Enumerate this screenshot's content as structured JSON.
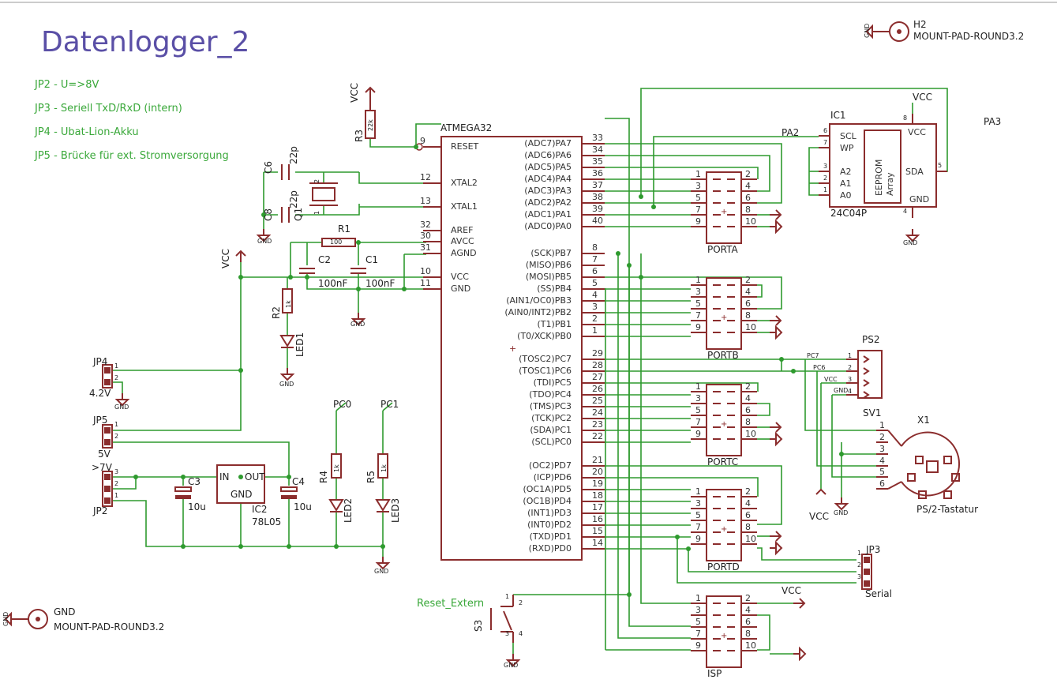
{
  "title": "Datenlogger_2",
  "notes": [
    "JP2 - U=>8V",
    "JP3 - Seriell TxD/RxD (intern)",
    "JP4 - Ubat-Lion-Akku",
    "JP5 - Brücke für ext. Stromversorgung"
  ],
  "colors": {
    "wire": "#2e9a2e",
    "symbol": "#8b2d2d",
    "title": "#5a4fa6"
  },
  "mcu": {
    "name": "ATMEGA32",
    "left_pins": [
      {
        "name": "RESET",
        "num": "9"
      },
      {
        "name": "XTAL2",
        "num": "12"
      },
      {
        "name": "XTAL1",
        "num": "13"
      },
      {
        "name": "AREF",
        "num": "32"
      },
      {
        "name": "AVCC",
        "num": "30"
      },
      {
        "name": "AGND",
        "num": "31"
      },
      {
        "name": "VCC",
        "num": "10"
      },
      {
        "name": "GND",
        "num": "11"
      }
    ],
    "right_pins": [
      {
        "name": "(ADC7)PA7",
        "num": "33"
      },
      {
        "name": "(ADC6)PA6",
        "num": "34"
      },
      {
        "name": "(ADC5)PA5",
        "num": "35"
      },
      {
        "name": "(ADC4)PA4",
        "num": "36"
      },
      {
        "name": "(ADC3)PA3",
        "num": "37"
      },
      {
        "name": "(ADC2)PA2",
        "num": "38"
      },
      {
        "name": "(ADC1)PA1",
        "num": "39"
      },
      {
        "name": "(ADC0)PA0",
        "num": "40"
      },
      {
        "name": "(SCK)PB7",
        "num": "8"
      },
      {
        "name": "(MISO)PB6",
        "num": "7"
      },
      {
        "name": "(MOSI)PB5",
        "num": "6"
      },
      {
        "name": "(SS)PB4",
        "num": "5"
      },
      {
        "name": "(AIN1/OC0)PB3",
        "num": "4"
      },
      {
        "name": "(AIN0/INT2)PB2",
        "num": "3"
      },
      {
        "name": "(T1)PB1",
        "num": "2"
      },
      {
        "name": "(T0/XCK)PB0",
        "num": "1"
      },
      {
        "name": "(TOSC2)PC7",
        "num": "29"
      },
      {
        "name": "(TOSC1)PC6",
        "num": "28"
      },
      {
        "name": "(TDI)PC5",
        "num": "27"
      },
      {
        "name": "(TDO)PC4",
        "num": "26"
      },
      {
        "name": "(TMS)PC3",
        "num": "25"
      },
      {
        "name": "(TCK)PC2",
        "num": "24"
      },
      {
        "name": "(SDA)PC1",
        "num": "23"
      },
      {
        "name": "(SCL)PC0",
        "num": "22"
      },
      {
        "name": "(OC2)PD7",
        "num": "21"
      },
      {
        "name": "(ICP)PD6",
        "num": "20"
      },
      {
        "name": "(OC1A)PD5",
        "num": "19"
      },
      {
        "name": "(OC1B)PD4",
        "num": "18"
      },
      {
        "name": "(INT1)PD3",
        "num": "17"
      },
      {
        "name": "(INT0)PD2",
        "num": "16"
      },
      {
        "name": "(TXD)PD1",
        "num": "15"
      },
      {
        "name": "(RXD)PD0",
        "num": "14"
      }
    ]
  },
  "headers": [
    {
      "label": "PORTA",
      "vcc": "VCC",
      "gnd": "GND"
    },
    {
      "label": "PORTB",
      "vcc": "VCC",
      "gnd": "GND"
    },
    {
      "label": "PORTC",
      "vcc": "VCC",
      "gnd": "GND"
    },
    {
      "label": "PORTD",
      "vcc": "VCC",
      "gnd": "GND"
    },
    {
      "label": "ISP",
      "vcc": "VCC",
      "gnd": "GND"
    }
  ],
  "header_pins": [
    "1",
    "2",
    "3",
    "4",
    "5",
    "6",
    "7",
    "8",
    "9",
    "10"
  ],
  "eeprom": {
    "ref": "IC1",
    "part": "24C04P",
    "pins_left": [
      {
        "name": "SCL",
        "num": "6"
      },
      {
        "name": "WP",
        "num": "7"
      },
      {
        "name": "A2",
        "num": "3"
      },
      {
        "name": "A1",
        "num": "2"
      },
      {
        "name": "A0",
        "num": "1"
      }
    ],
    "vcc": "VCC",
    "vcc_num": "8",
    "sda": "SDA",
    "sda_num": "5",
    "gnd": "GND",
    "gnd_num": "4",
    "array1": "EEPROM",
    "array2": "Array",
    "net_pa2": "PA2",
    "net_pa3": "PA3",
    "vcc_label": "VCC",
    "gnd_label": "GND"
  },
  "mount_h2": {
    "ref": "H2",
    "part": "MOUNT-PAD-ROUND3.2",
    "gnd": "GND"
  },
  "mount_gnd": {
    "ref": "GND",
    "part": "MOUNT-PAD-ROUND3.2",
    "gnd": "GND"
  },
  "r3": {
    "ref": "R3",
    "value": "22k",
    "vcc": "VCC"
  },
  "r1": {
    "ref": "R1",
    "value": "100"
  },
  "r2": {
    "ref": "R2",
    "value": "1k"
  },
  "r4": {
    "ref": "R4",
    "value": "1k"
  },
  "r5": {
    "ref": "R5",
    "value": "1k"
  },
  "c6": {
    "ref": "C6",
    "value": "22p"
  },
  "c8": {
    "ref": "C8",
    "value": "22p"
  },
  "q1": {
    "ref": "Q1",
    "pin1": "1",
    "pin2": "2"
  },
  "c2": {
    "ref": "C2",
    "value": "100nF"
  },
  "c1": {
    "ref": "C1",
    "value": "100nF"
  },
  "c3": {
    "ref": "C3",
    "value": "10u"
  },
  "c4": {
    "ref": "C4",
    "value": "10u"
  },
  "ic2": {
    "ref": "IC2",
    "part": "78L05",
    "in": "IN",
    "out": "OUT",
    "gnd": "GND"
  },
  "led1": "LED1",
  "led2": "LED2",
  "led3": "LED3",
  "jp4": {
    "ref": "JP4",
    "value": "4.2V",
    "p1": "1",
    "p2": "2"
  },
  "jp5": {
    "ref": "JP5",
    "value": "5V",
    "p1": "1",
    "p2": "2"
  },
  "jp2": {
    "ref": "JP2",
    "value": ">7V",
    "p1": "1",
    "p2": "2",
    "p3": "3"
  },
  "jp3": {
    "ref": "JP3",
    "value": "Serial",
    "p1": "1",
    "p2": "2",
    "p3": "3"
  },
  "ps2": {
    "ref": "PS2",
    "value": "SV1",
    "pins": [
      "1",
      "2",
      "3",
      "4"
    ],
    "pc7": "PC7",
    "pc6": "PC6",
    "vcc": "VCC",
    "gnd": "GND"
  },
  "x1": {
    "ref": "X1",
    "value": "PS/2-Tastatur",
    "pins": [
      "1",
      "2",
      "3",
      "4",
      "5",
      "6"
    ],
    "vcc": "VCC",
    "gnd": "GND"
  },
  "pc0": "PC0",
  "pc1": "PC1",
  "s3": {
    "ref": "S3",
    "net": "Reset_Extern",
    "p1": "1",
    "p2": "2",
    "p3": "3",
    "p4": "4"
  },
  "vcc": "VCC",
  "gnd": "GND",
  "vcc_jp5": "VCC",
  "isp_vcc": "VCC",
  "x1_vcc": "VCC"
}
